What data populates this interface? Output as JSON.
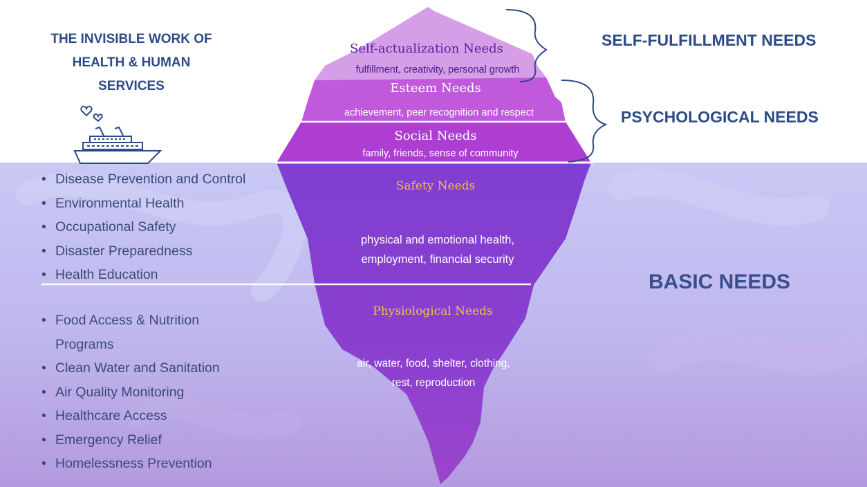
{
  "title": {
    "line1": "THE INVISIBLE WORK OF",
    "line2": "HEALTH & HUMAN",
    "line3": "SERVICES"
  },
  "levels": {
    "self_actualization": {
      "heading": "Self-actualization Needs",
      "dash": "-",
      "detail": "fulfillment, creativity, personal growth"
    },
    "esteem": {
      "heading": "Esteem Needs",
      "detail": "achievement, peer recognition and respect"
    },
    "social": {
      "heading": "Social Needs",
      "detail": "family, friends, sense of community"
    },
    "safety": {
      "heading": "Safety Needs",
      "detail_line1": "physical and emotional health,",
      "detail_line2": "employment, financial security"
    },
    "physiological": {
      "heading": "Physiological Needs",
      "detail_line1": "air, water, food, shelter, clothing,",
      "detail_line2": "rest, reproduction"
    }
  },
  "categories": {
    "self_fulfillment": "SELF-FULFILLMENT NEEDS",
    "psychological": "PSYCHOLOGICAL NEEDS",
    "basic": "BASIC NEEDS"
  },
  "services_safety": [
    {
      "text": "Disease Prevention and Control"
    },
    {
      "text": "Environmental Health"
    },
    {
      "text": "Occupational Safety"
    },
    {
      "text": "Disaster Preparedness"
    },
    {
      "text": "Health Education"
    }
  ],
  "services_physiological": [
    {
      "text": "Food Access & Nutrition",
      "cont": "Programs"
    },
    {
      "text": "Clean Water and Sanitation"
    },
    {
      "text": "Air Quality Monitoring"
    },
    {
      "text": "Healthcare Access"
    },
    {
      "text": "Emergency Relief"
    },
    {
      "text": "Homelessness Prevention"
    }
  ],
  "colors": {
    "title_blue": "#2d4a86",
    "list_text": "#3a4a78",
    "gold_heading": "#f3c040",
    "iceberg_top": "#d9a2e8",
    "iceberg_mid": "#b44fd6",
    "iceberg_deep": "#7a33c8",
    "water_top": "#c7c6f3",
    "water_bottom": "#b49be0"
  },
  "icons": {
    "ship": "cruise-ship-icon"
  }
}
